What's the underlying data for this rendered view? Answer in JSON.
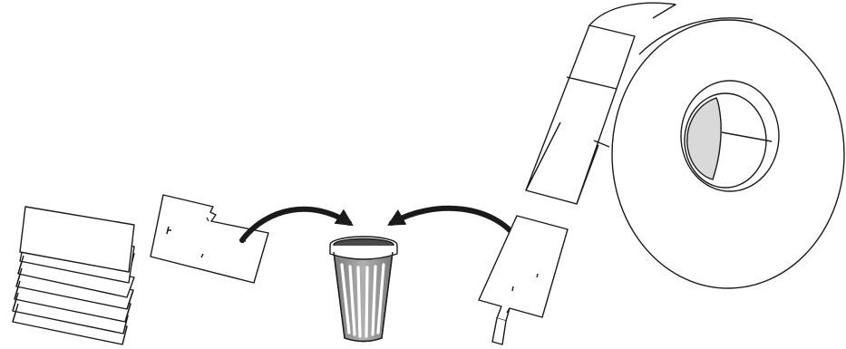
{
  "diagram": {
    "elements": [
      {
        "id": "fanfold-media-stack",
        "icon": "fanfold-labels-icon"
      },
      {
        "id": "discarded-label-left",
        "icon": "torn-label-icon"
      },
      {
        "id": "arrow-left-to-trash",
        "icon": "curved-arrow-icon"
      },
      {
        "id": "trash-can",
        "icon": "trash-can-icon"
      },
      {
        "id": "arrow-right-to-trash",
        "icon": "curved-arrow-icon"
      },
      {
        "id": "discarded-label-right",
        "icon": "torn-label-icon"
      },
      {
        "id": "label-roll",
        "icon": "label-roll-icon"
      }
    ],
    "colors": {
      "line": "#1a1a1a",
      "fill": "#ffffff",
      "shade": "#d9d9d9",
      "trash_top": "#5a5a5a",
      "trash_body": "#9a9a9a",
      "arrow": "#1a1a1a"
    }
  }
}
